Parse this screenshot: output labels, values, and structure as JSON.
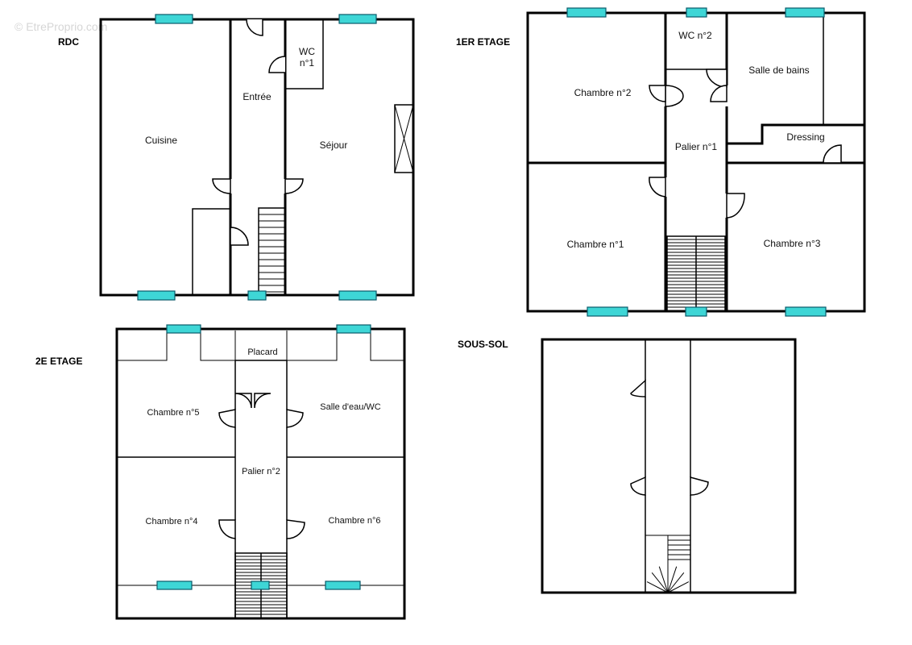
{
  "watermark": "© EtreProprio.com",
  "floors": {
    "rdc": {
      "title": "RDC",
      "rooms": {
        "cuisine": "Cuisine",
        "entree": "Entrée",
        "wc1_line1": "WC",
        "wc1_line2": "n°1",
        "sejour": "Séjour"
      }
    },
    "etage1": {
      "title": "1ER ETAGE",
      "rooms": {
        "chambre2": "Chambre n°2",
        "wc2": "WC n°2",
        "salle_de_bains": "Salle de bains",
        "dressing": "Dressing",
        "palier1": "Palier n°1",
        "chambre1": "Chambre n°1",
        "chambre3": "Chambre n°3"
      }
    },
    "etage2": {
      "title": "2E ETAGE",
      "rooms": {
        "placard": "Placard",
        "chambre5": "Chambre n°5",
        "salle_eau": "Salle d'eau/WC",
        "palier2": "Palier n°2",
        "chambre4": "Chambre n°4",
        "chambre6": "Chambre n°6"
      }
    },
    "sous_sol": {
      "title": "SOUS-SOL"
    }
  },
  "colors": {
    "window": "#3ed6d6",
    "wall": "#000000",
    "background": "#ffffff"
  }
}
